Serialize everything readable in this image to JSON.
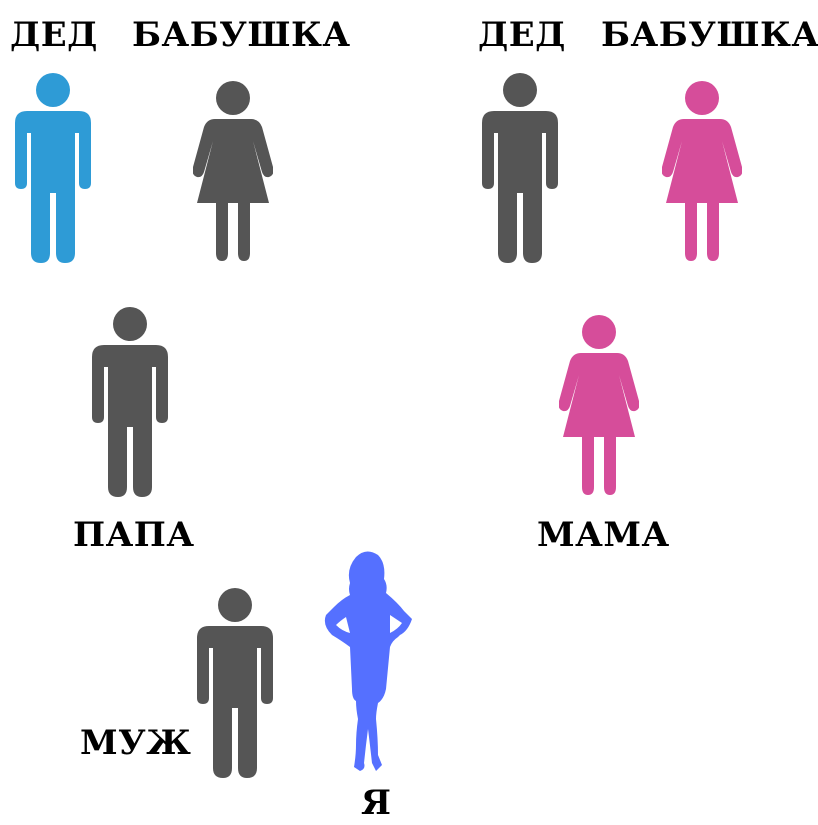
{
  "colors": {
    "highlight_male": "#2e9bd6",
    "highlight_female": "#d64d9a",
    "neutral": "#555555",
    "me": "#5570ff"
  },
  "paternal": {
    "grandfather": {
      "label": "ДЕД",
      "icon": "man-icon",
      "color": "highlight_male"
    },
    "grandmother": {
      "label": "БАБУШКА",
      "icon": "woman-icon",
      "color": "neutral"
    }
  },
  "maternal": {
    "grandfather": {
      "label": "ДЕД",
      "icon": "man-icon",
      "color": "neutral"
    },
    "grandmother": {
      "label": "БАБУШКА",
      "icon": "woman-icon",
      "color": "highlight_female"
    }
  },
  "parents": {
    "father": {
      "label": "ПАПА",
      "icon": "man-icon",
      "color": "neutral"
    },
    "mother": {
      "label": "МАМА",
      "icon": "woman-icon",
      "color": "highlight_female"
    }
  },
  "family": {
    "husband": {
      "label": "МУЖ",
      "icon": "man-icon",
      "color": "neutral"
    },
    "me": {
      "label": "Я",
      "icon": "woman-silhouette-icon",
      "color": "me"
    }
  }
}
